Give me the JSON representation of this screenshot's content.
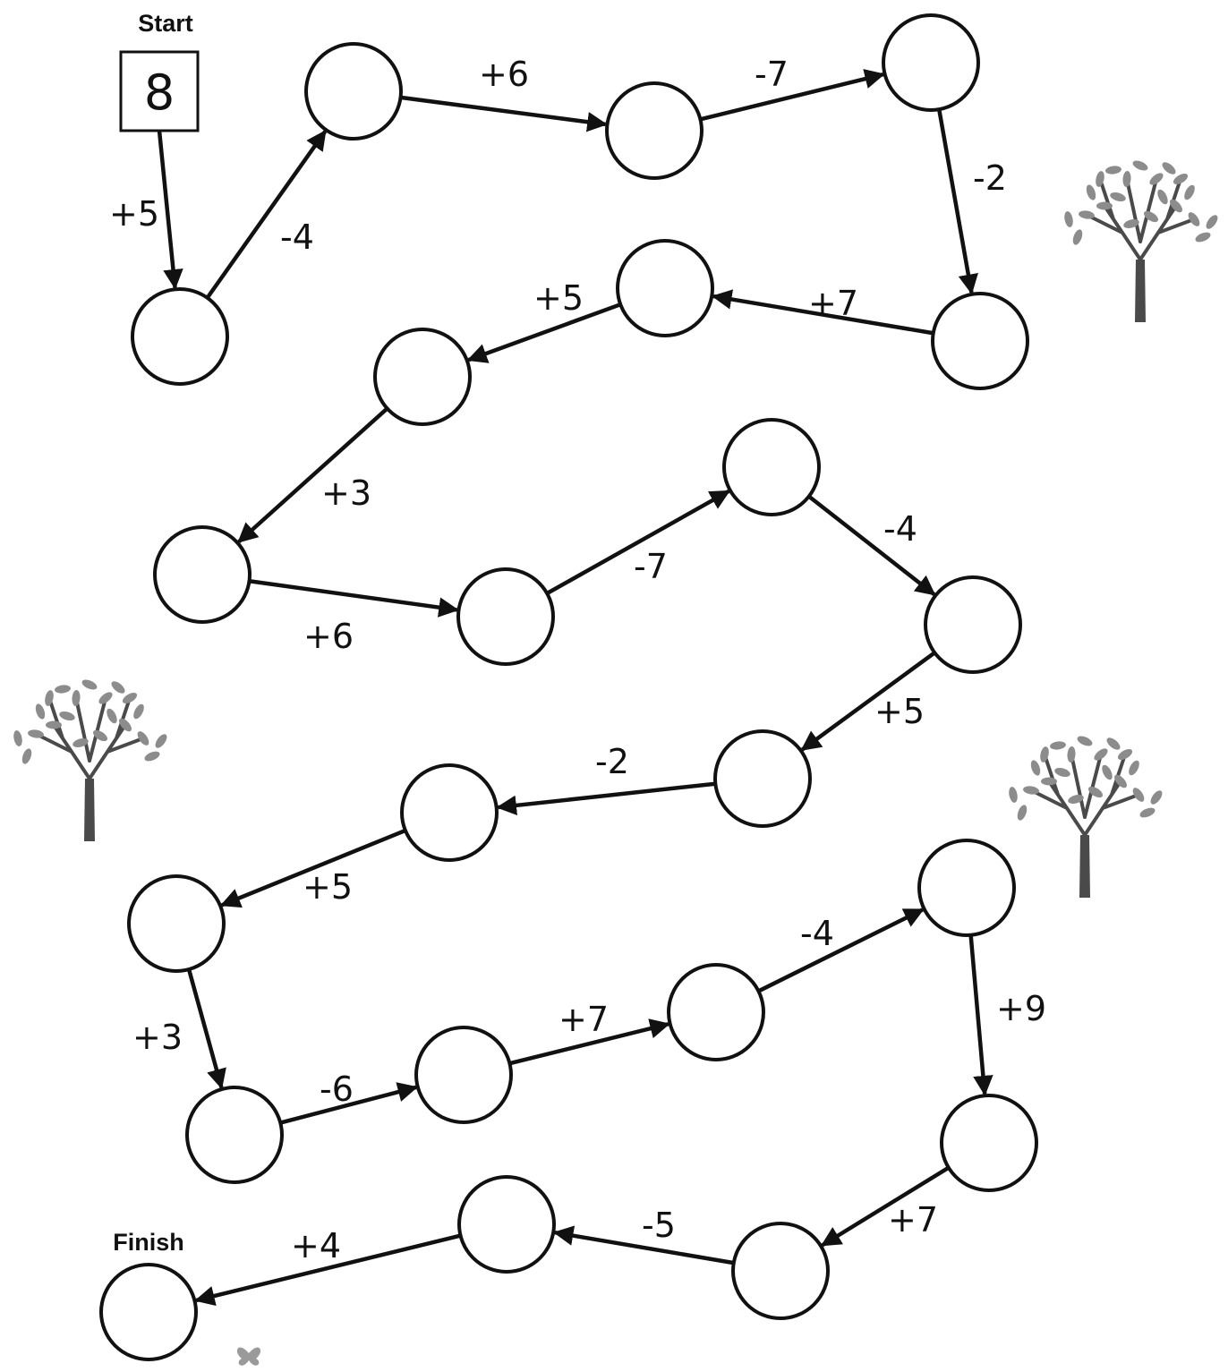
{
  "start_label": "Start",
  "start_value": "8",
  "finish_label": "Finish",
  "colors": {
    "line": "#111111",
    "circle_fill": "#ffffff",
    "tree_trunk": "#4a4a4a",
    "leaf": "#8c8c8c"
  },
  "path_steps": [
    "+5",
    "-4",
    "+6",
    "-7",
    "-2",
    "+7",
    "+5",
    "+3",
    "+6",
    "-7",
    "-4",
    "+5",
    "-2",
    "+5",
    "+3",
    "-6",
    "+7",
    "-4",
    "+9",
    "+7",
    "-5",
    "+4"
  ],
  "answer_circles": [
    "",
    "",
    "",
    "",
    "",
    "",
    "",
    "",
    "",
    "",
    "",
    "",
    "",
    "",
    "",
    "",
    "",
    "",
    "",
    "",
    "",
    "",
    ""
  ],
  "decorations": [
    "tree-icon",
    "tree-icon",
    "tree-icon",
    "butterfly-icon"
  ]
}
